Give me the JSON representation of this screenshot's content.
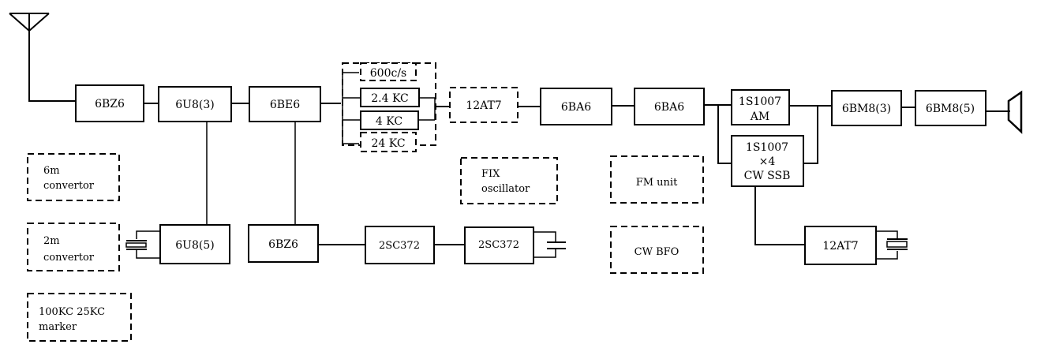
{
  "diagram": {
    "type": "receiver block diagram",
    "blocks": {
      "rf_amp": "6BZ6",
      "mixer1": "6U8(3)",
      "mixer2": "6BE6",
      "filter_600": "600c/s",
      "filter_2_4k": "2.4 KC",
      "filter_4k": "4 KC",
      "filter_24k": "24 KC",
      "q_mult": "12AT7",
      "if_amp1": "6BA6",
      "if_amp2": "6BA6",
      "det_am_l1": "1S1007",
      "det_am_l2": "AM",
      "det_ssb_l1": "1S1007",
      "det_ssb_l2": "×4",
      "det_ssb_l3": "CW SSB",
      "af_amp1": "6BM8(3)",
      "af_amp2": "6BM8(5)",
      "conv6m_l1": "6m",
      "conv6m_l2": "convertor",
      "conv2m_l1": "2m",
      "conv2m_l2": "convertor",
      "marker_l1": "100KC 25KC",
      "marker_l2": "marker",
      "osc1": "6U8(5)",
      "vfo_buf": "6BZ6",
      "vfo_tr1": "2SC372",
      "vfo_tr2": "2SC372",
      "fix_l1": "FIX",
      "fix_l2": "oscillator",
      "fm_unit": "FM unit",
      "cw_bfo": "CW BFO",
      "carrier_osc": "12AT7"
    },
    "symbols": [
      "antenna-icon",
      "crystal-icon",
      "capacitor-icon",
      "speaker-icon"
    ]
  }
}
